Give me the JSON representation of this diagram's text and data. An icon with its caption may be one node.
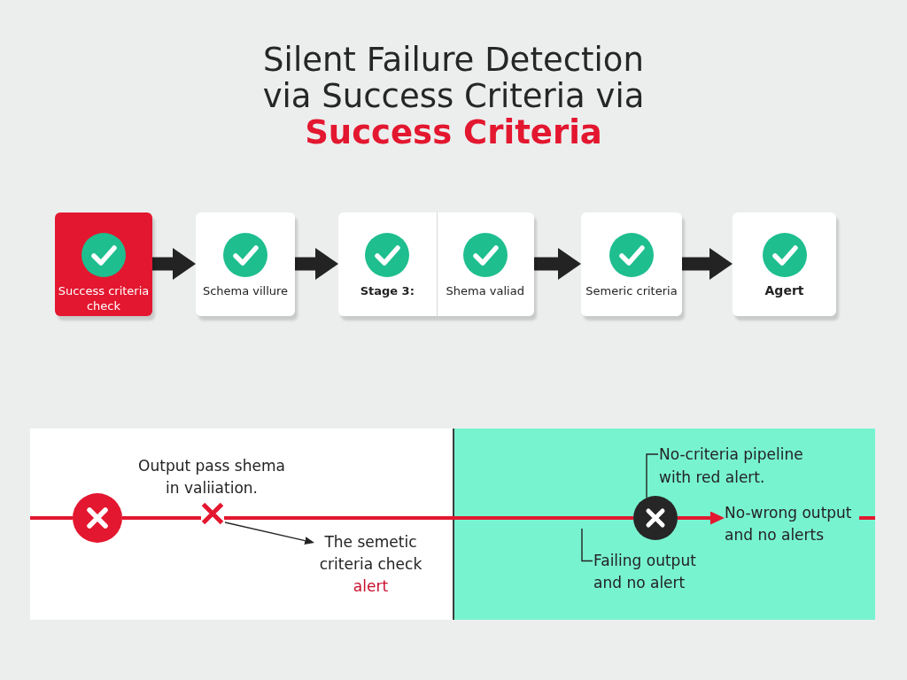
{
  "diagram": {
    "title": "Silent Failure Detection via Success Criteria via **Success Criteria**",
    "nodes": [
      {
        "text": [
          "Success criteria check"
        ]
      },
      {
        "text": [
          "Schema villure"
        ]
      },
      {
        "text": [
          "Stage 3:",
          "Shema valiad"
        ]
      },
      {
        "text": [
          "Semeric criteria"
        ]
      },
      {
        "text": [
          "Agert"
        ]
      },
      {
        "text": [],
        "shape": "box"
      },
      {
        "text": [],
        "shape": "circle",
        "in": 5
      },
      {
        "text": [],
        "shape": "cross",
        "in": 5,
        "beside": [
          "Output pass shema in valiiation."
        ]
      },
      {
        "text": [
          "The semetic criteria check",
          "alert"
        ],
        "in": 5
      },
      {
        "text": [],
        "shape": "box"
      },
      {
        "text": [
          "No-criteria pipeline with red alert."
        ],
        "in": 9
      },
      {
        "text": [],
        "shape": "circle",
        "in": 9
      },
      {
        "text": [
          "No-wrong output and no alerts"
        ],
        "in": 9
      },
      {
        "text": [
          "Failing output and no alert"
        ],
        "in": 9
      }
    ],
    "edges": [
      {
        "from": 0,
        "to": 1,
        "arrow": "to",
        "style": "thick"
      },
      {
        "from": 1,
        "to": 2,
        "arrow": "to",
        "style": "thick"
      },
      {
        "from": 2,
        "to": 3,
        "arrow": "to",
        "style": "thick"
      },
      {
        "from": 3,
        "to": 4,
        "arrow": "to",
        "style": "thick"
      },
      {
        "from": null,
        "to": 6,
        "arrow": "none",
        "color": "#e3172f"
      },
      {
        "from": 6,
        "to": 7,
        "arrow": "none",
        "color": "#e3172f"
      },
      {
        "from": 7,
        "to": 11,
        "arrow": "none",
        "color": "#e3172f"
      },
      {
        "from": 11,
        "to": 12,
        "arrow": "to",
        "color": "#e3172f"
      },
      {
        "from": 12,
        "to": null,
        "arrow": "none",
        "color": "#e3172f"
      },
      {
        "from": 7,
        "to": 8,
        "arrow": "to"
      },
      {
        "from": 10,
        "to": 11,
        "arrow": "none"
      },
      {
        "from": 13,
        "to": null,
        "arrow": "none"
      }
    ]
  }
}
